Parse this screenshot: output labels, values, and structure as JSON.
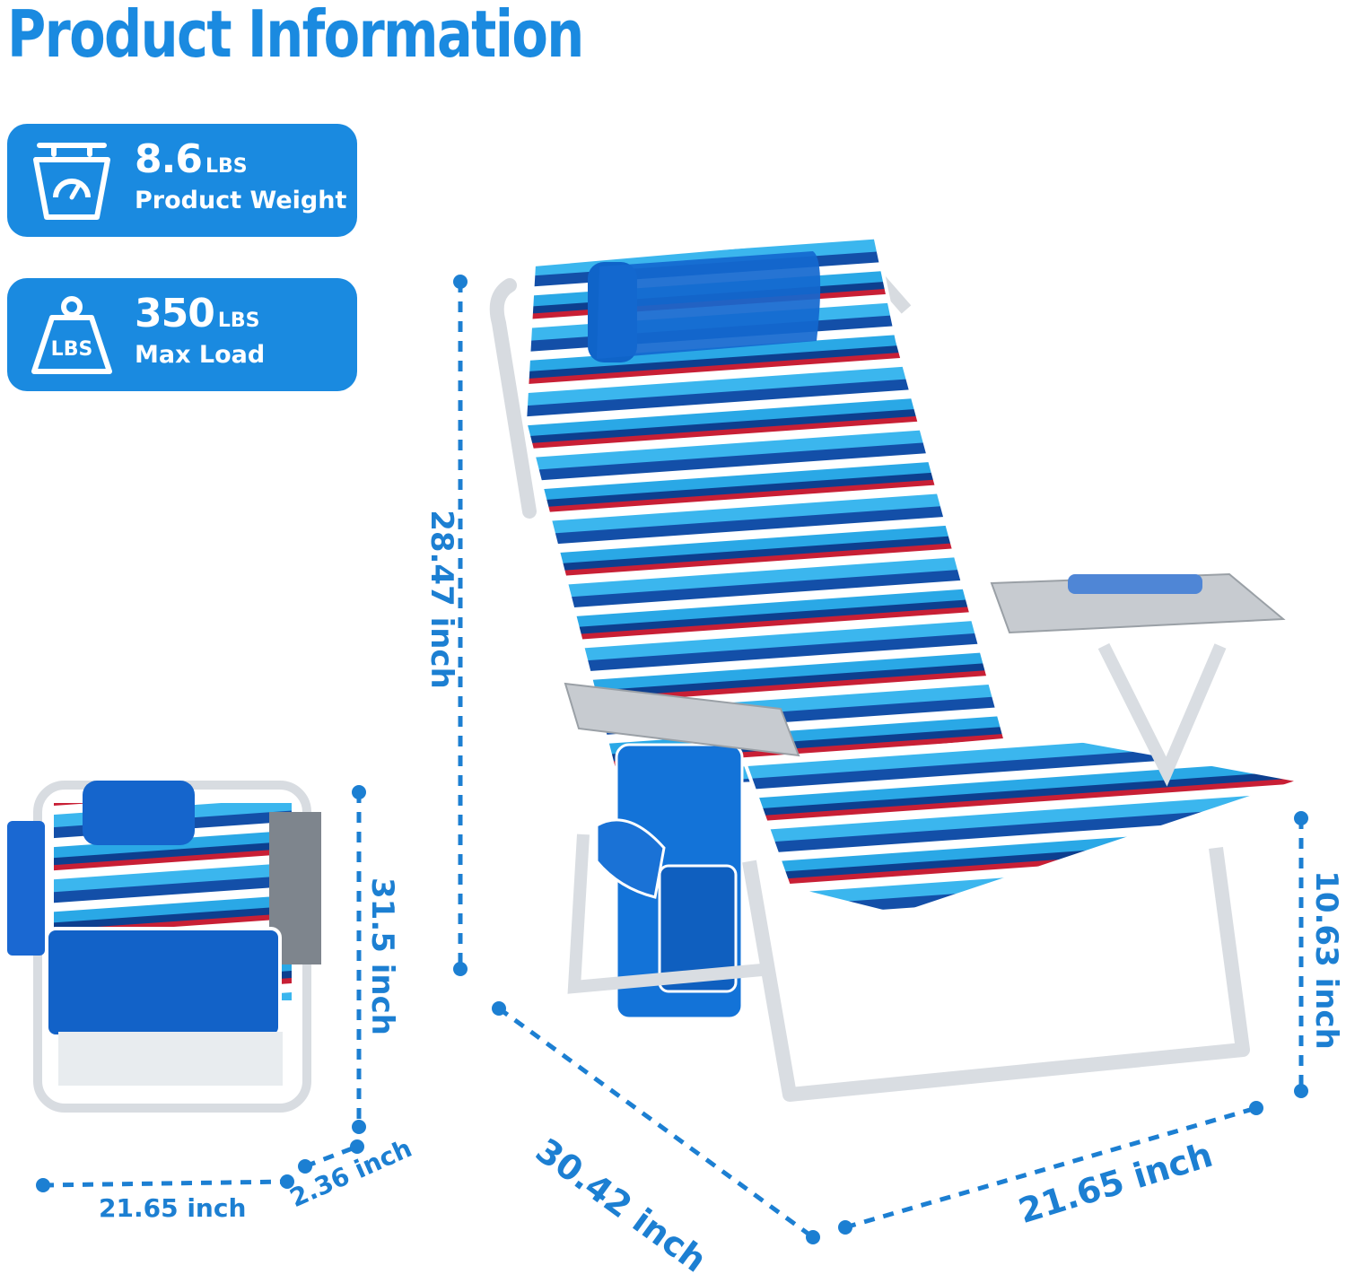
{
  "title": "Product Information",
  "specs": [
    {
      "value": "8.6",
      "unit": "LBS",
      "label": "Product Weight",
      "icon": "scale-icon"
    },
    {
      "value": "350",
      "unit": "LBS",
      "label": "Max Load",
      "icon": "weight-icon",
      "icon_text": "LBS"
    }
  ],
  "dimensions": {
    "chair_height": "28.47 inch",
    "chair_depth": "30.42 inch",
    "chair_width": "21.65 inch",
    "seat_height": "10.63 inch",
    "folded_height": "31.5 inch",
    "folded_width": "21.65 inch",
    "folded_thickness": "2.36 inch"
  },
  "colors": {
    "accent": "#1a8ae0",
    "dimension_line": "#1c7fd2"
  }
}
